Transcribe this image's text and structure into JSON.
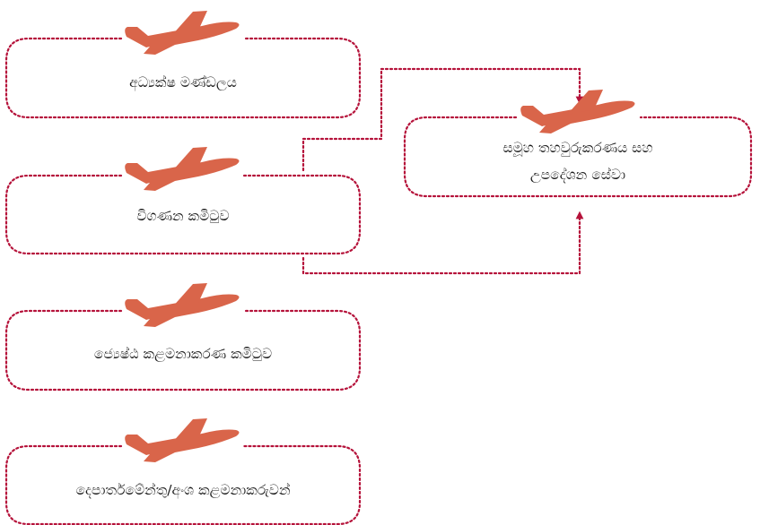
{
  "colors": {
    "border": "#b5123a",
    "plane": "#d9654a",
    "text": "#1a1a1a"
  },
  "icon": "airplane-icon",
  "boxes": [
    {
      "id": "board-of-directors",
      "lines": [
        "අධ්‍යක්ෂ මණ්ඩලය"
      ]
    },
    {
      "id": "audit-committee",
      "lines": [
        "විගණන කමිටුව"
      ]
    },
    {
      "id": "senior-management-committee",
      "lines": [
        "ජ්‍යෙෂ්ඨ කළමනාකරණ කමිටුව"
      ]
    },
    {
      "id": "department-division-managers",
      "lines": [
        "දෙපාර්තමේන්තු/අංශ කළමනාකරුවන්"
      ]
    },
    {
      "id": "group-assurance-advisory-services",
      "lines": [
        "සමූහ තහවුරුකරණය සහ",
        "උපදේශන සේවා"
      ]
    }
  ]
}
